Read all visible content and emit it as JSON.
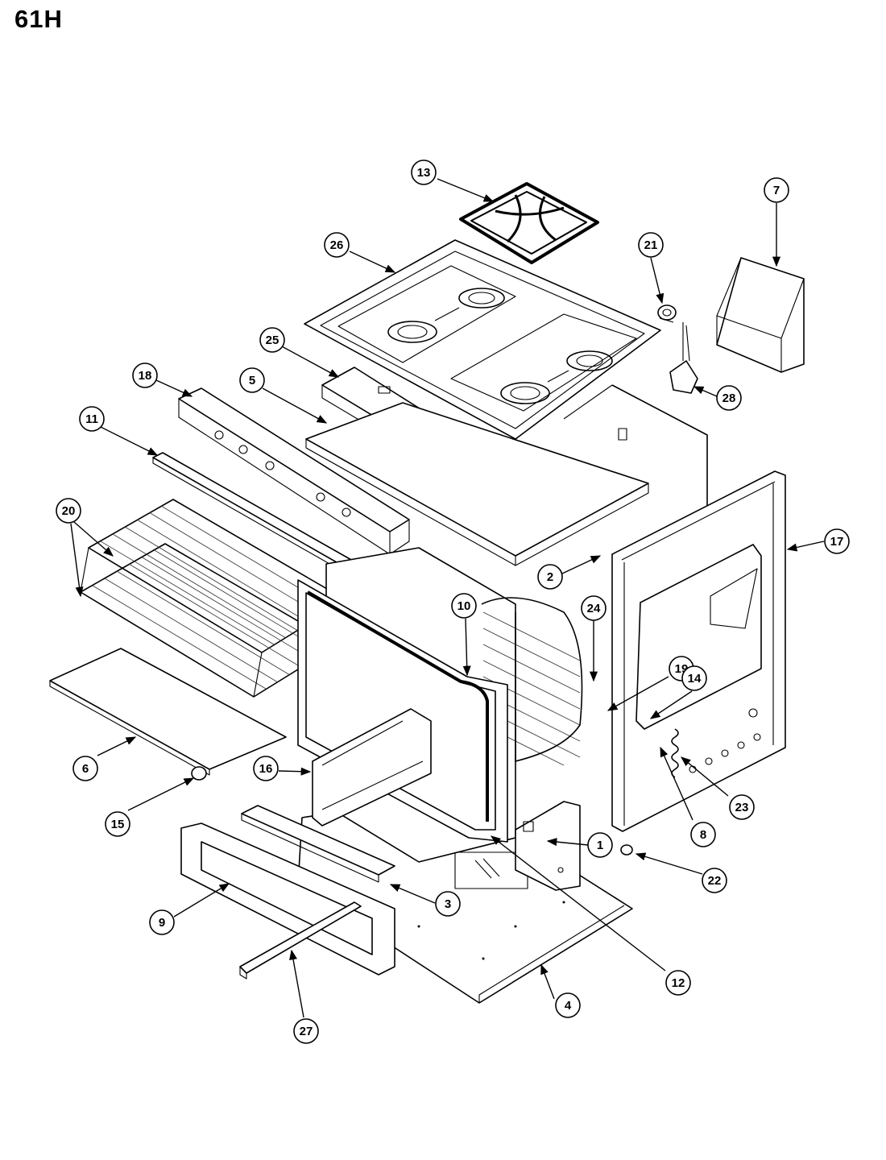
{
  "page": {
    "title": "61H"
  },
  "colors": {
    "ink": "#000000",
    "paper": "#ffffff"
  },
  "callouts": {
    "c1": "1",
    "c2": "2",
    "c3": "3",
    "c4": "4",
    "c5": "5",
    "c6": "6",
    "c7": "7",
    "c8": "8",
    "c9": "9",
    "c10": "10",
    "c11": "11",
    "c12": "12",
    "c13": "13",
    "c14": "14",
    "c15": "15",
    "c16": "16",
    "c17": "17",
    "c18": "18",
    "c19": "19",
    "c20": "20",
    "c21": "21",
    "c22": "22",
    "c23": "23",
    "c24": "24",
    "c25": "25",
    "c26": "26",
    "c27": "27",
    "c28": "28"
  }
}
